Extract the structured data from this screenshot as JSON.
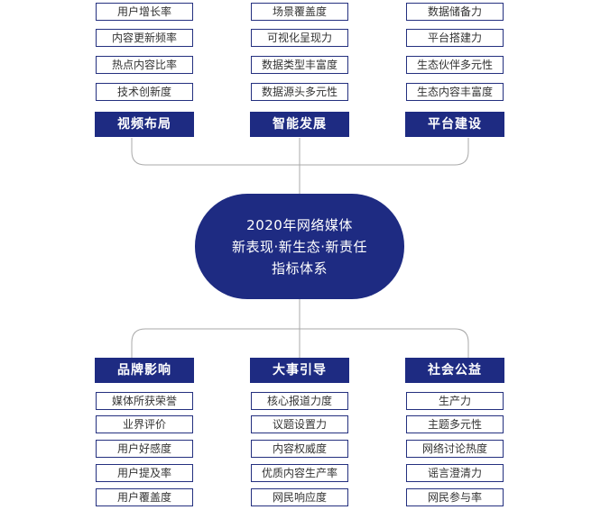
{
  "colors": {
    "navy": "#1e2b82",
    "connector": "#a9a9a9",
    "item_border": "#24307f"
  },
  "center": {
    "lines": [
      "2020年网络媒体",
      "新表现·新生态·新责任",
      "指标体系"
    ]
  },
  "top": [
    {
      "title": "视频布局",
      "items": [
        "用户增长率",
        "内容更新频率",
        "热点内容比率",
        "技术创新度"
      ]
    },
    {
      "title": "智能发展",
      "items": [
        "场景覆盖度",
        "可视化呈现力",
        "数据类型丰富度",
        "数据源头多元性"
      ]
    },
    {
      "title": "平台建设",
      "items": [
        "数据储备力",
        "平台搭建力",
        "生态伙伴多元性",
        "生态内容丰富度"
      ]
    }
  ],
  "bottom": [
    {
      "title": "品牌影响",
      "items": [
        "媒体所获荣誉",
        "业界评价",
        "用户好感度",
        "用户提及率",
        "用户覆盖度"
      ]
    },
    {
      "title": "大事引导",
      "items": [
        "核心报道力度",
        "议题设置力",
        "内容权威度",
        "优质内容生产率",
        "网民响应度"
      ]
    },
    {
      "title": "社会公益",
      "items": [
        "生产力",
        "主题多元性",
        "网络讨论热度",
        "谣言澄清力",
        "网民参与率"
      ]
    }
  ]
}
